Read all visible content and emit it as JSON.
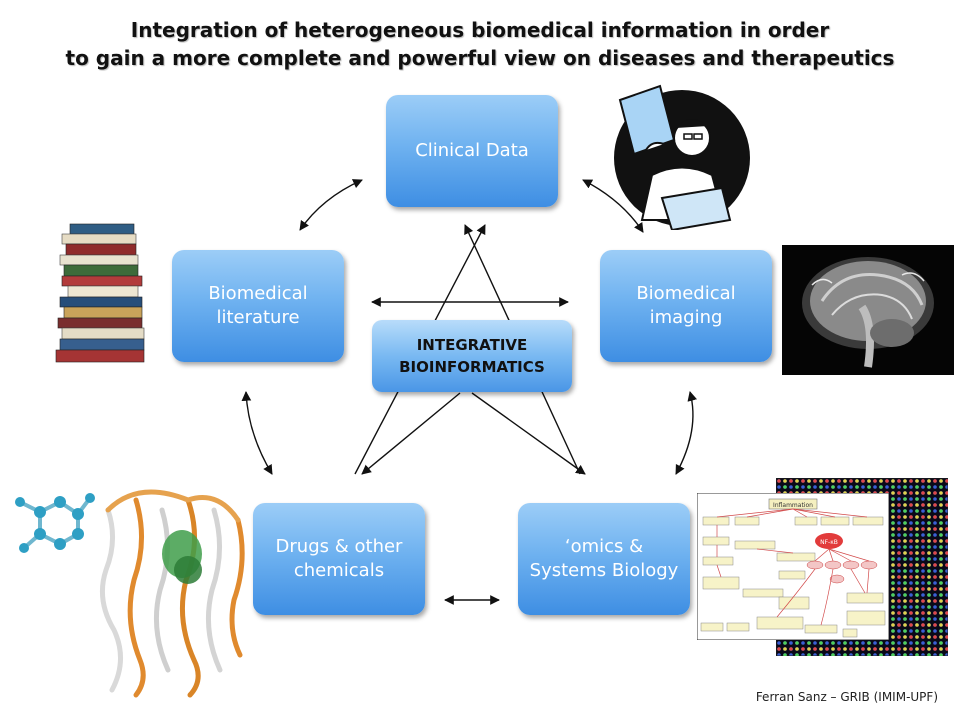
{
  "title": {
    "line1": "Integration of heterogeneous biomedical information in order",
    "line2": "to gain a more complete and powerful view on diseases and therapeutics"
  },
  "nodes": {
    "clinical": "Clinical Data",
    "literature": "Biomedical literature",
    "imaging": "Biomedical imaging",
    "center": "INTEGRATIVE BIOINFORMATICS",
    "drugs": "Drugs & other chemicals",
    "omics": "‘omics & Systems Biology"
  },
  "footer": "Ferran Sanz – GRIB (IMIM-UPF)",
  "pathway": {
    "header": "Inflammation",
    "center_node": "NF-κB"
  },
  "colors": {
    "node_top": "#9ccdf7",
    "node_bottom": "#3e8ee3",
    "arrow": "#111111"
  },
  "icons": [
    "doctor-with-laptop-icon",
    "brain-mri-image",
    "book-stack-image",
    "molecule-image",
    "protein-structure-image",
    "pathway-diagram-image",
    "microarray-image"
  ]
}
